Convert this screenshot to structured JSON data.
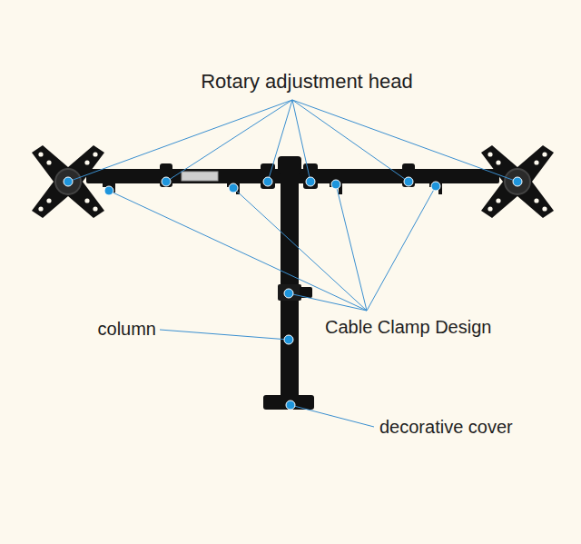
{
  "diagram": {
    "labels": [
      "Rotary adjustment head",
      "column",
      "Cable Clamp Design",
      "decorative cover"
    ]
  }
}
